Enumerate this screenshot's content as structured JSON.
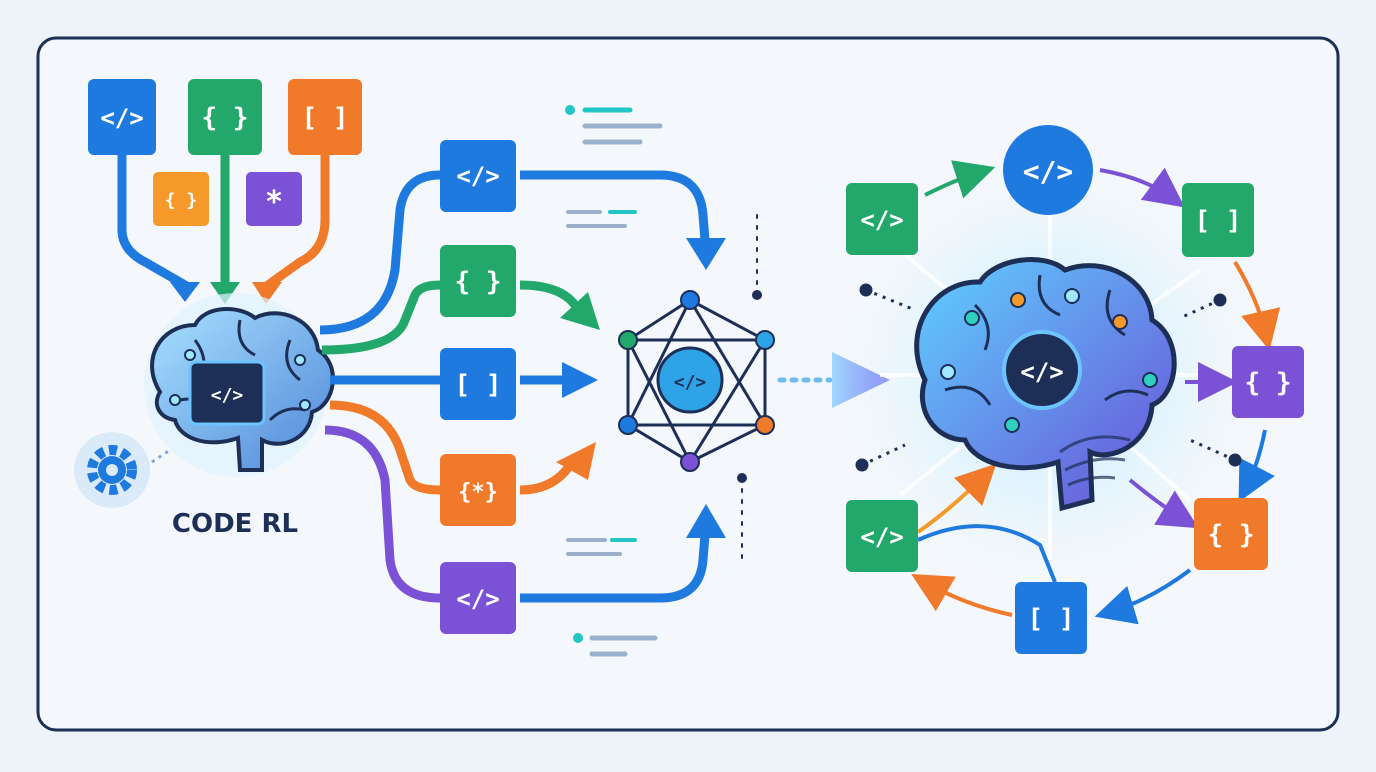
{
  "title": "CODE RL",
  "colors": {
    "blue": "#1f7ae0",
    "green": "#21a86a",
    "orange": "#f07a2a",
    "purple": "#7b52d6",
    "navy": "#1d2f57",
    "frame": "#1d2f57"
  },
  "icons": {
    "code": "</>",
    "braces": "{ }",
    "brackets": "[ ]",
    "asterisk": "*",
    "braces_star": "{*}"
  },
  "nodes": [
    {
      "id": "src-code",
      "icon": "code",
      "color": "blue"
    },
    {
      "id": "src-braces",
      "icon": "braces",
      "color": "green"
    },
    {
      "id": "src-brackets",
      "icon": "brackets",
      "color": "orange"
    },
    {
      "id": "src-small-braces",
      "icon": "braces",
      "color": "orange"
    },
    {
      "id": "src-asterisk",
      "icon": "asterisk",
      "color": "purple"
    },
    {
      "id": "mid-code",
      "icon": "code",
      "color": "blue"
    },
    {
      "id": "mid-braces",
      "icon": "braces",
      "color": "green"
    },
    {
      "id": "mid-brackets",
      "icon": "brackets",
      "color": "blue"
    },
    {
      "id": "mid-braces-star",
      "icon": "braces_star",
      "color": "orange"
    },
    {
      "id": "mid-code-purple",
      "icon": "code",
      "color": "purple"
    },
    {
      "id": "ring-top",
      "icon": "code",
      "color": "blue"
    },
    {
      "id": "ring-topleft",
      "icon": "code",
      "color": "green"
    },
    {
      "id": "ring-topright",
      "icon": "brackets",
      "color": "green"
    },
    {
      "id": "ring-right",
      "icon": "braces",
      "color": "purple"
    },
    {
      "id": "ring-bottomright",
      "icon": "braces",
      "color": "orange"
    },
    {
      "id": "ring-bottom",
      "icon": "brackets",
      "color": "blue"
    },
    {
      "id": "ring-bottomleft",
      "icon": "code",
      "color": "green"
    }
  ]
}
